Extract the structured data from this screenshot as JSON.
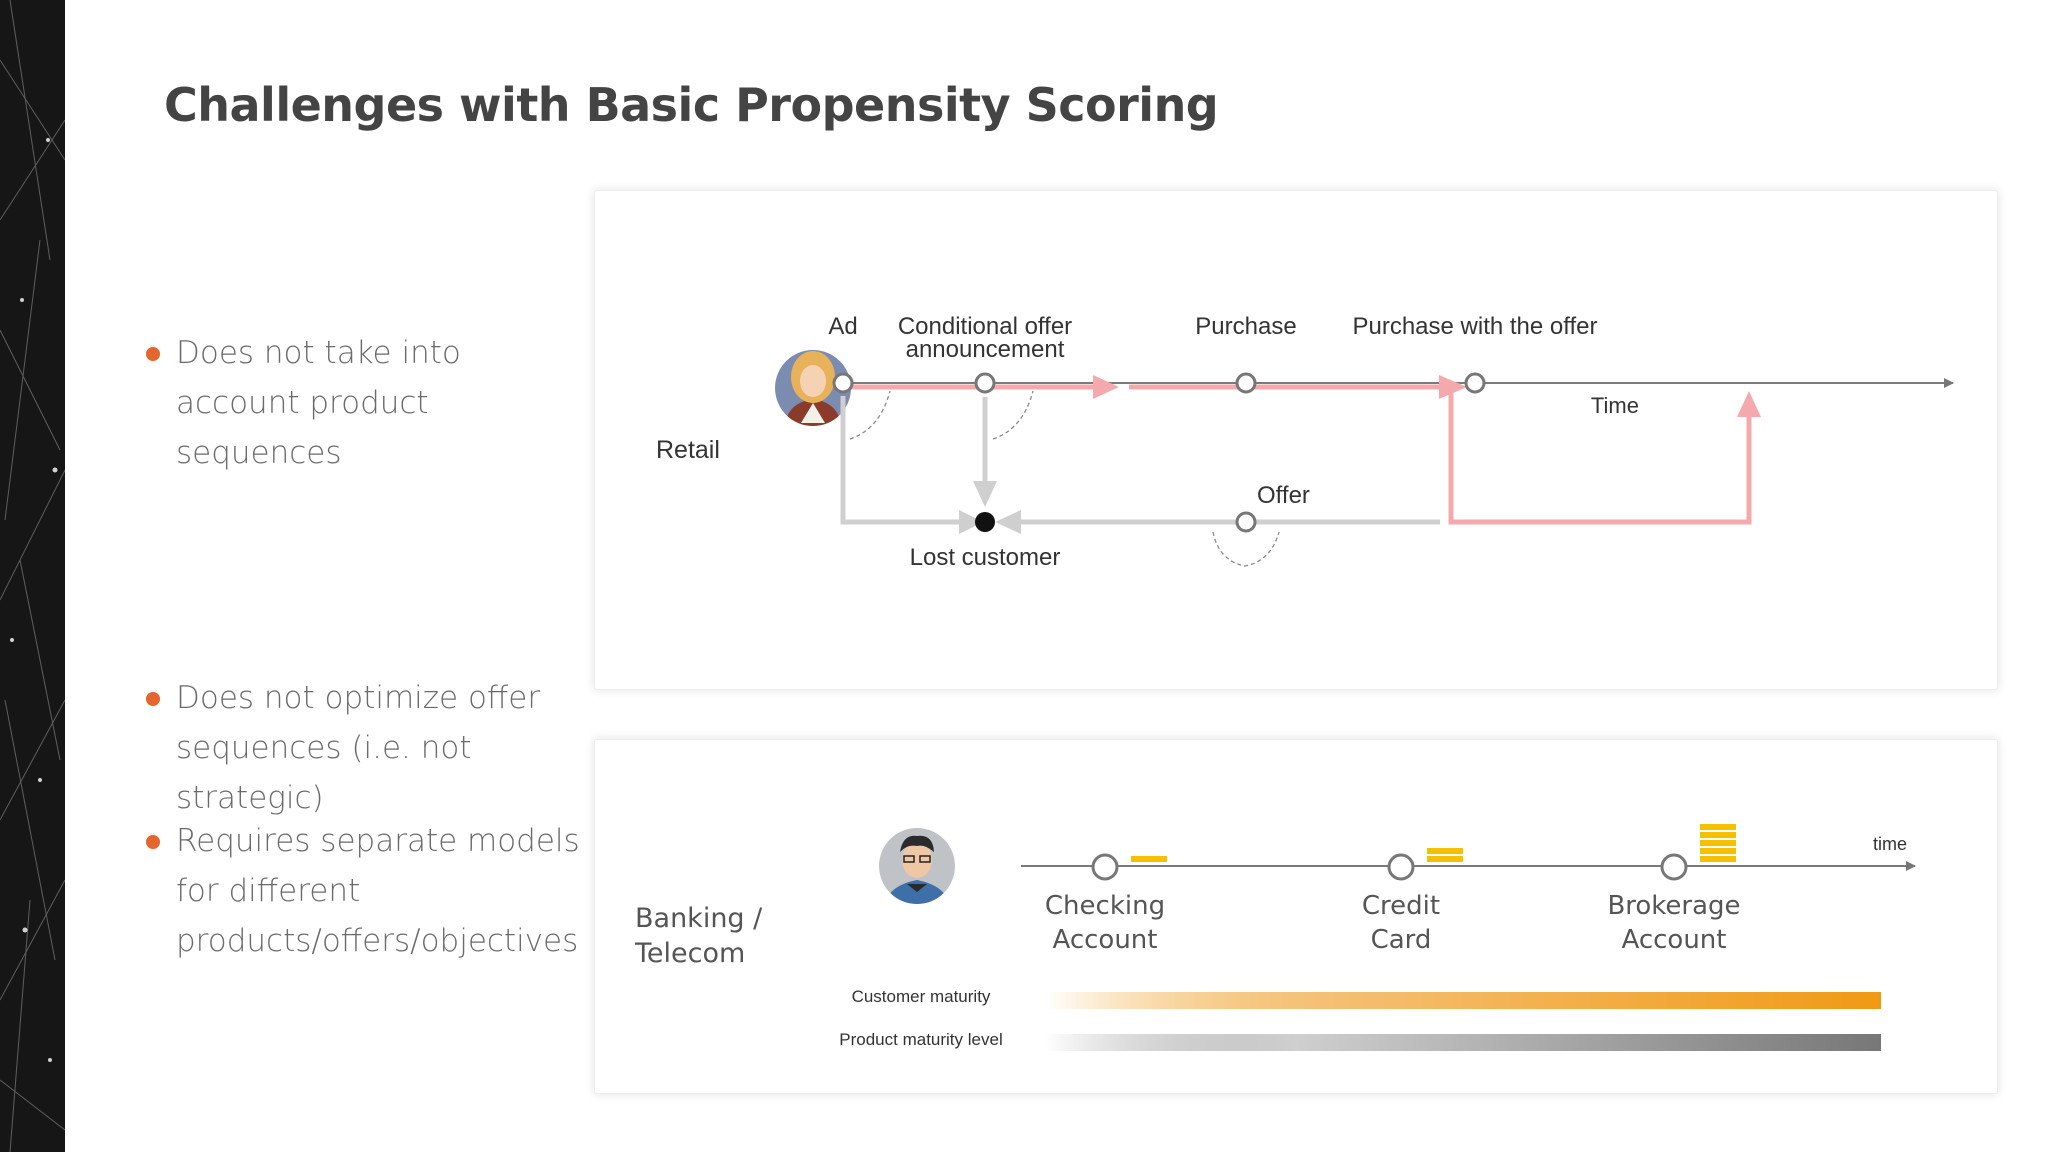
{
  "title": "Challenges with Basic Propensity Scoring",
  "bullets": [
    "Does not take into account product sequences",
    "Does not optimize offer sequences (i.e. not strategic)",
    "Requires separate models for different products/offers/objectives"
  ],
  "retail": {
    "row_label": "Retail",
    "events": {
      "ad": "Ad",
      "conditional_offer_line1": "Conditional offer",
      "conditional_offer_line2": "announcement",
      "purchase": "Purchase",
      "purchase_with_offer": "Purchase with the offer",
      "time": "Time",
      "offer": "Offer",
      "lost_customer": "Lost customer"
    }
  },
  "banking": {
    "row_label_line1": "Banking /",
    "row_label_line2": "Telecom",
    "time": "time",
    "products": [
      {
        "line1": "Checking",
        "line2": "Account",
        "level": 1
      },
      {
        "line1": "Credit",
        "line2": "Card",
        "level": 2
      },
      {
        "line1": "Brokerage",
        "line2": "Account",
        "level": 5
      }
    ],
    "customer_maturity": "Customer maturity",
    "product_maturity": "Product maturity level"
  },
  "colors": {
    "bullet": "#e4652e",
    "pink_path": "#f4a9ad",
    "gray_path": "#cfcfcf",
    "gold": "#f5c000",
    "orange_bar": "#f09a14"
  }
}
